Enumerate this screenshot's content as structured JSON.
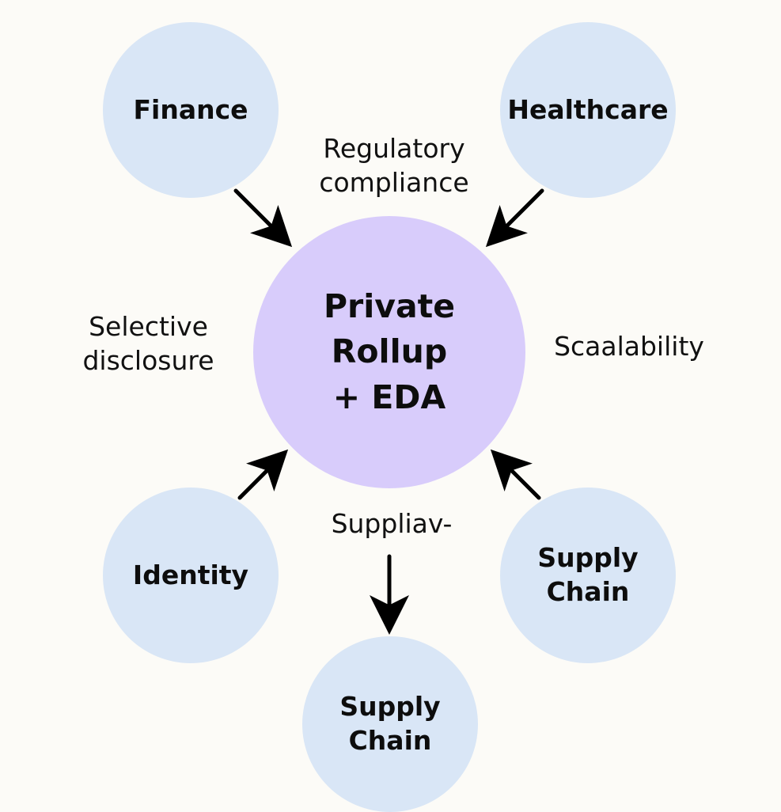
{
  "colors": {
    "background": "#fcfbf7",
    "satellite_fill": "#d9e6f6",
    "center_fill": "#d8ccfb",
    "arrow": "#000000",
    "text": "#0d0d0d"
  },
  "center_node": {
    "label": "Private\nRollup\n+ EDA"
  },
  "nodes": {
    "finance": {
      "label": "Finance"
    },
    "healthcare": {
      "label": "Healthcare"
    },
    "identity": {
      "label": "Identity"
    },
    "supply_chain_right": {
      "label": "Supply\nChain"
    },
    "supply_chain_bottom": {
      "label": "Supply\nChain"
    }
  },
  "annotations": {
    "regulatory": "Regulatory\ncompliance",
    "selective": "Selective\ndisclosure",
    "scalability": "Scaalability",
    "supply_garbled": "Suppliav-"
  },
  "edges": [
    {
      "from": "finance",
      "to": "center",
      "direction": "into-center"
    },
    {
      "from": "healthcare",
      "to": "center",
      "direction": "into-center"
    },
    {
      "from": "identity",
      "to": "center",
      "direction": "into-center"
    },
    {
      "from": "supply_chain_right",
      "to": "center",
      "direction": "into-center"
    },
    {
      "from": "supply_garbled_label",
      "to": "supply_chain_bottom",
      "direction": "downward"
    }
  ]
}
